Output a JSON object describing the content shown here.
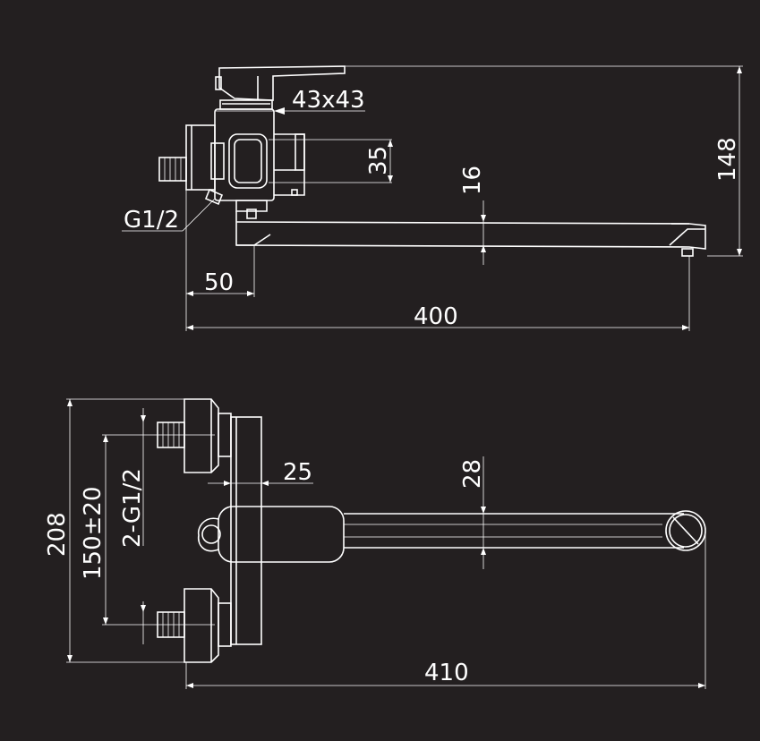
{
  "side_view": {
    "dimensions": {
      "body_section": "43x43",
      "cartridge_height": "35",
      "spout_height": "16",
      "total_height": "148",
      "thread": "G1/2",
      "inlet_offset": "50",
      "spout_reach": "400"
    }
  },
  "top_view": {
    "dimensions": {
      "total_width": "208",
      "inlet_spacing": "150±20",
      "inlet_thread": "2-G1/2",
      "body_depth": "25",
      "spout_diameter": "28",
      "total_length": "410"
    }
  },
  "colors": {
    "background": "#231f20",
    "lines": "#ffffff"
  }
}
